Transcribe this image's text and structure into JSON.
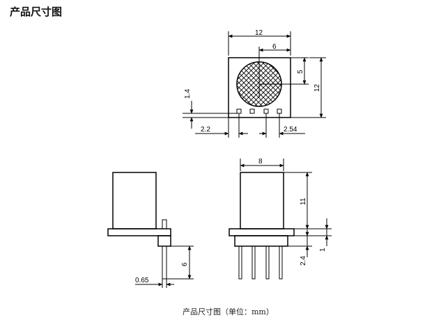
{
  "heading": "产品尺寸图",
  "caption": "产品尺寸图（单位：mm）",
  "dimensions": {
    "top_width": "12",
    "center_offset": "6",
    "vertical_offset": "5",
    "top_height": "12",
    "pin_row_offset": "1.4",
    "pin_side_offset": "2.2",
    "pin_pitch": "2.54",
    "body_diameter": "8",
    "body_height": "11",
    "pin_length": "6",
    "base_height": "2.4",
    "flange_thickness": "1",
    "pin_thickness": "0.65"
  }
}
